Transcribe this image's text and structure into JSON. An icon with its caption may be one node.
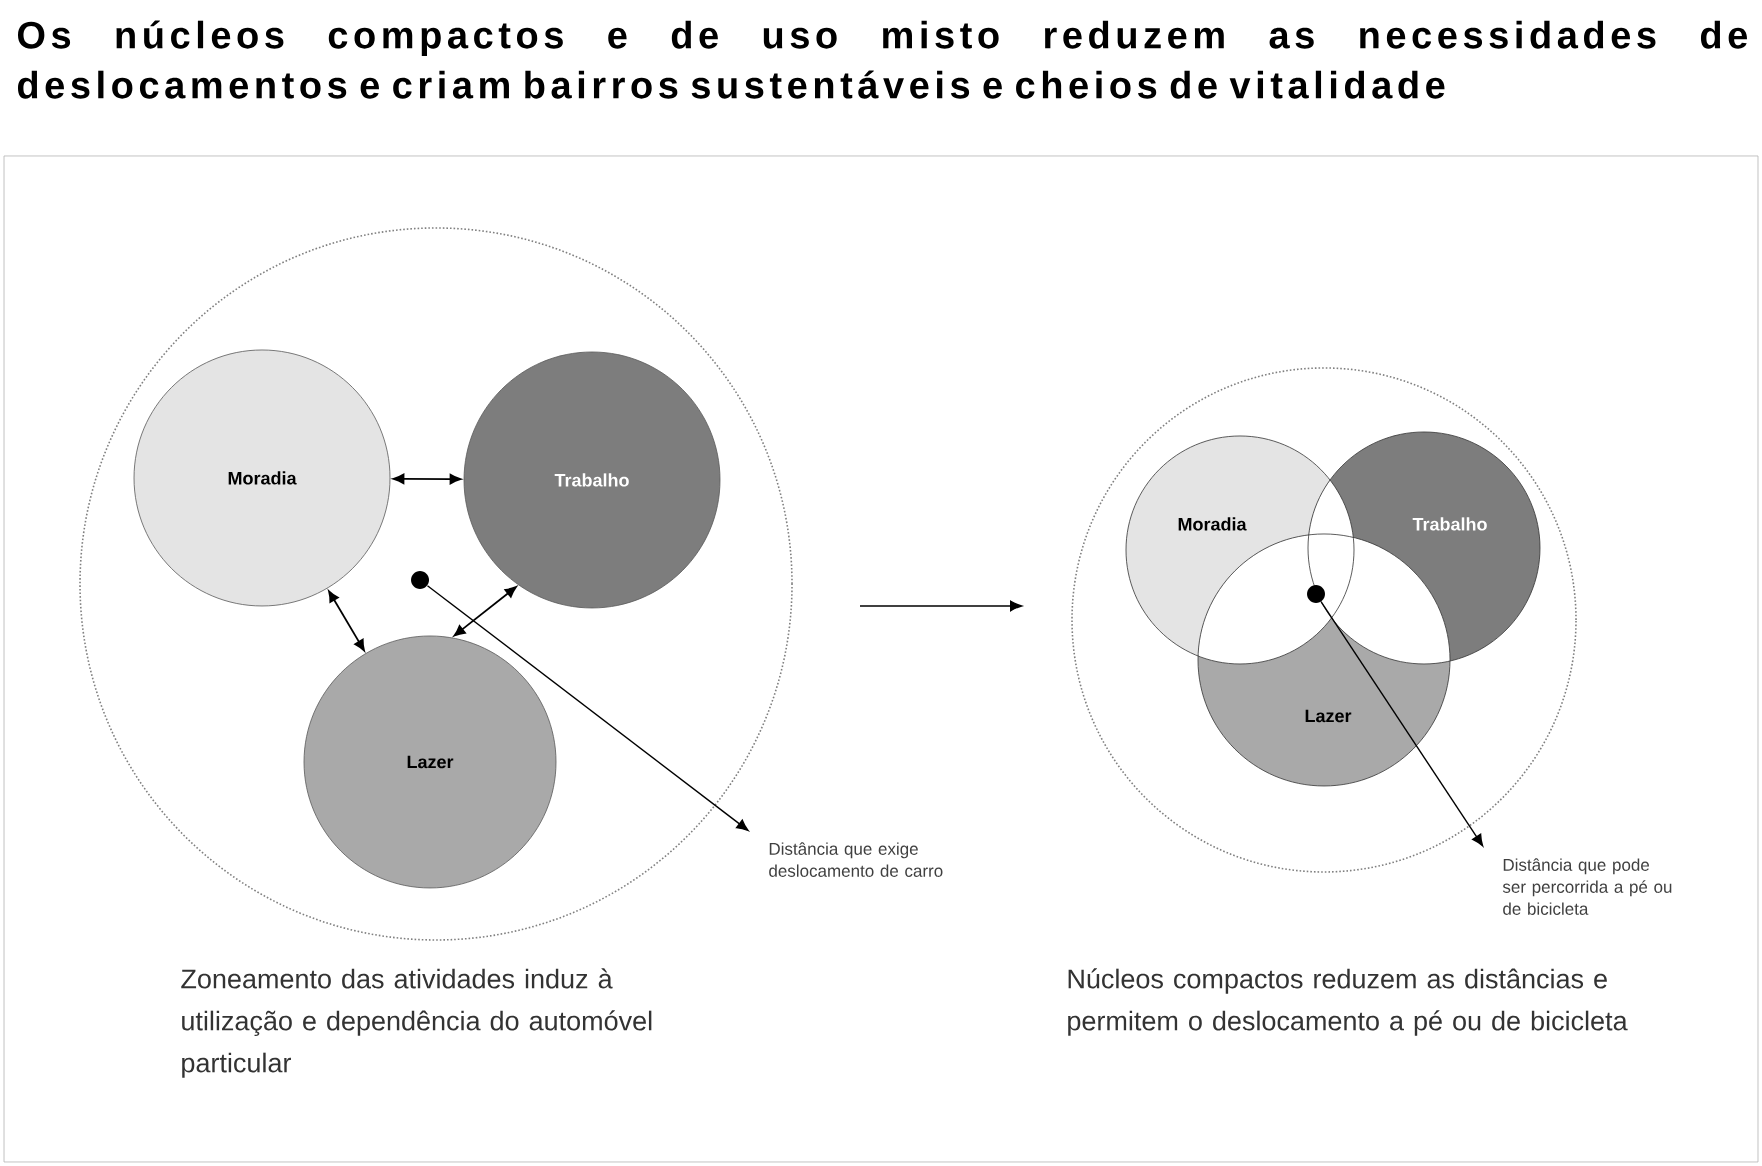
{
  "diagram": {
    "title": "Os núcleos compactos e de uso misto reduzem as necessidades de deslocamentos e criam bairros sustentáveis e cheios de vitalidade",
    "nodes": [
      {
        "text": [],
        "shape": "circle"
      },
      {
        "text": [
          "Moradia"
        ],
        "in": 0
      },
      {
        "text": [
          "Trabalho"
        ],
        "in": 0
      },
      {
        "text": [
          "Lazer"
        ],
        "in": 0
      },
      {
        "text": [],
        "shape": "circle",
        "in": 0
      },
      {
        "text": [
          "Distância que exige deslocamento de carro"
        ]
      },
      {
        "text": [],
        "shape": "circle"
      },
      {
        "text": [
          "Moradia"
        ],
        "in": 6
      },
      {
        "text": [
          "Trabalho"
        ],
        "in": 6
      },
      {
        "text": [
          "Lazer"
        ],
        "in": 6
      },
      {
        "text": [],
        "shape": "circle"
      },
      {
        "text": [
          "Distância que pode ser percorrida a pé ou de bicicleta"
        ]
      }
    ],
    "edges": [
      {
        "from": 1,
        "to": 2,
        "arrow": "both"
      },
      {
        "from": 1,
        "to": 3,
        "arrow": "both"
      },
      {
        "from": 2,
        "to": 3,
        "arrow": "both"
      },
      {
        "from": 4,
        "to": 5,
        "arrow": "to"
      },
      {
        "from": 0,
        "to": 6,
        "arrow": "to"
      },
      {
        "from": 10,
        "to": 11,
        "arrow": "to"
      }
    ],
    "labels": [
      "Zoneamento das atividades induz à utilização e dependência do automóvel particular",
      "Núcleos compactos reduzem as distâncias e permitem o deslocamento a pé ou de bicicleta"
    ]
  }
}
